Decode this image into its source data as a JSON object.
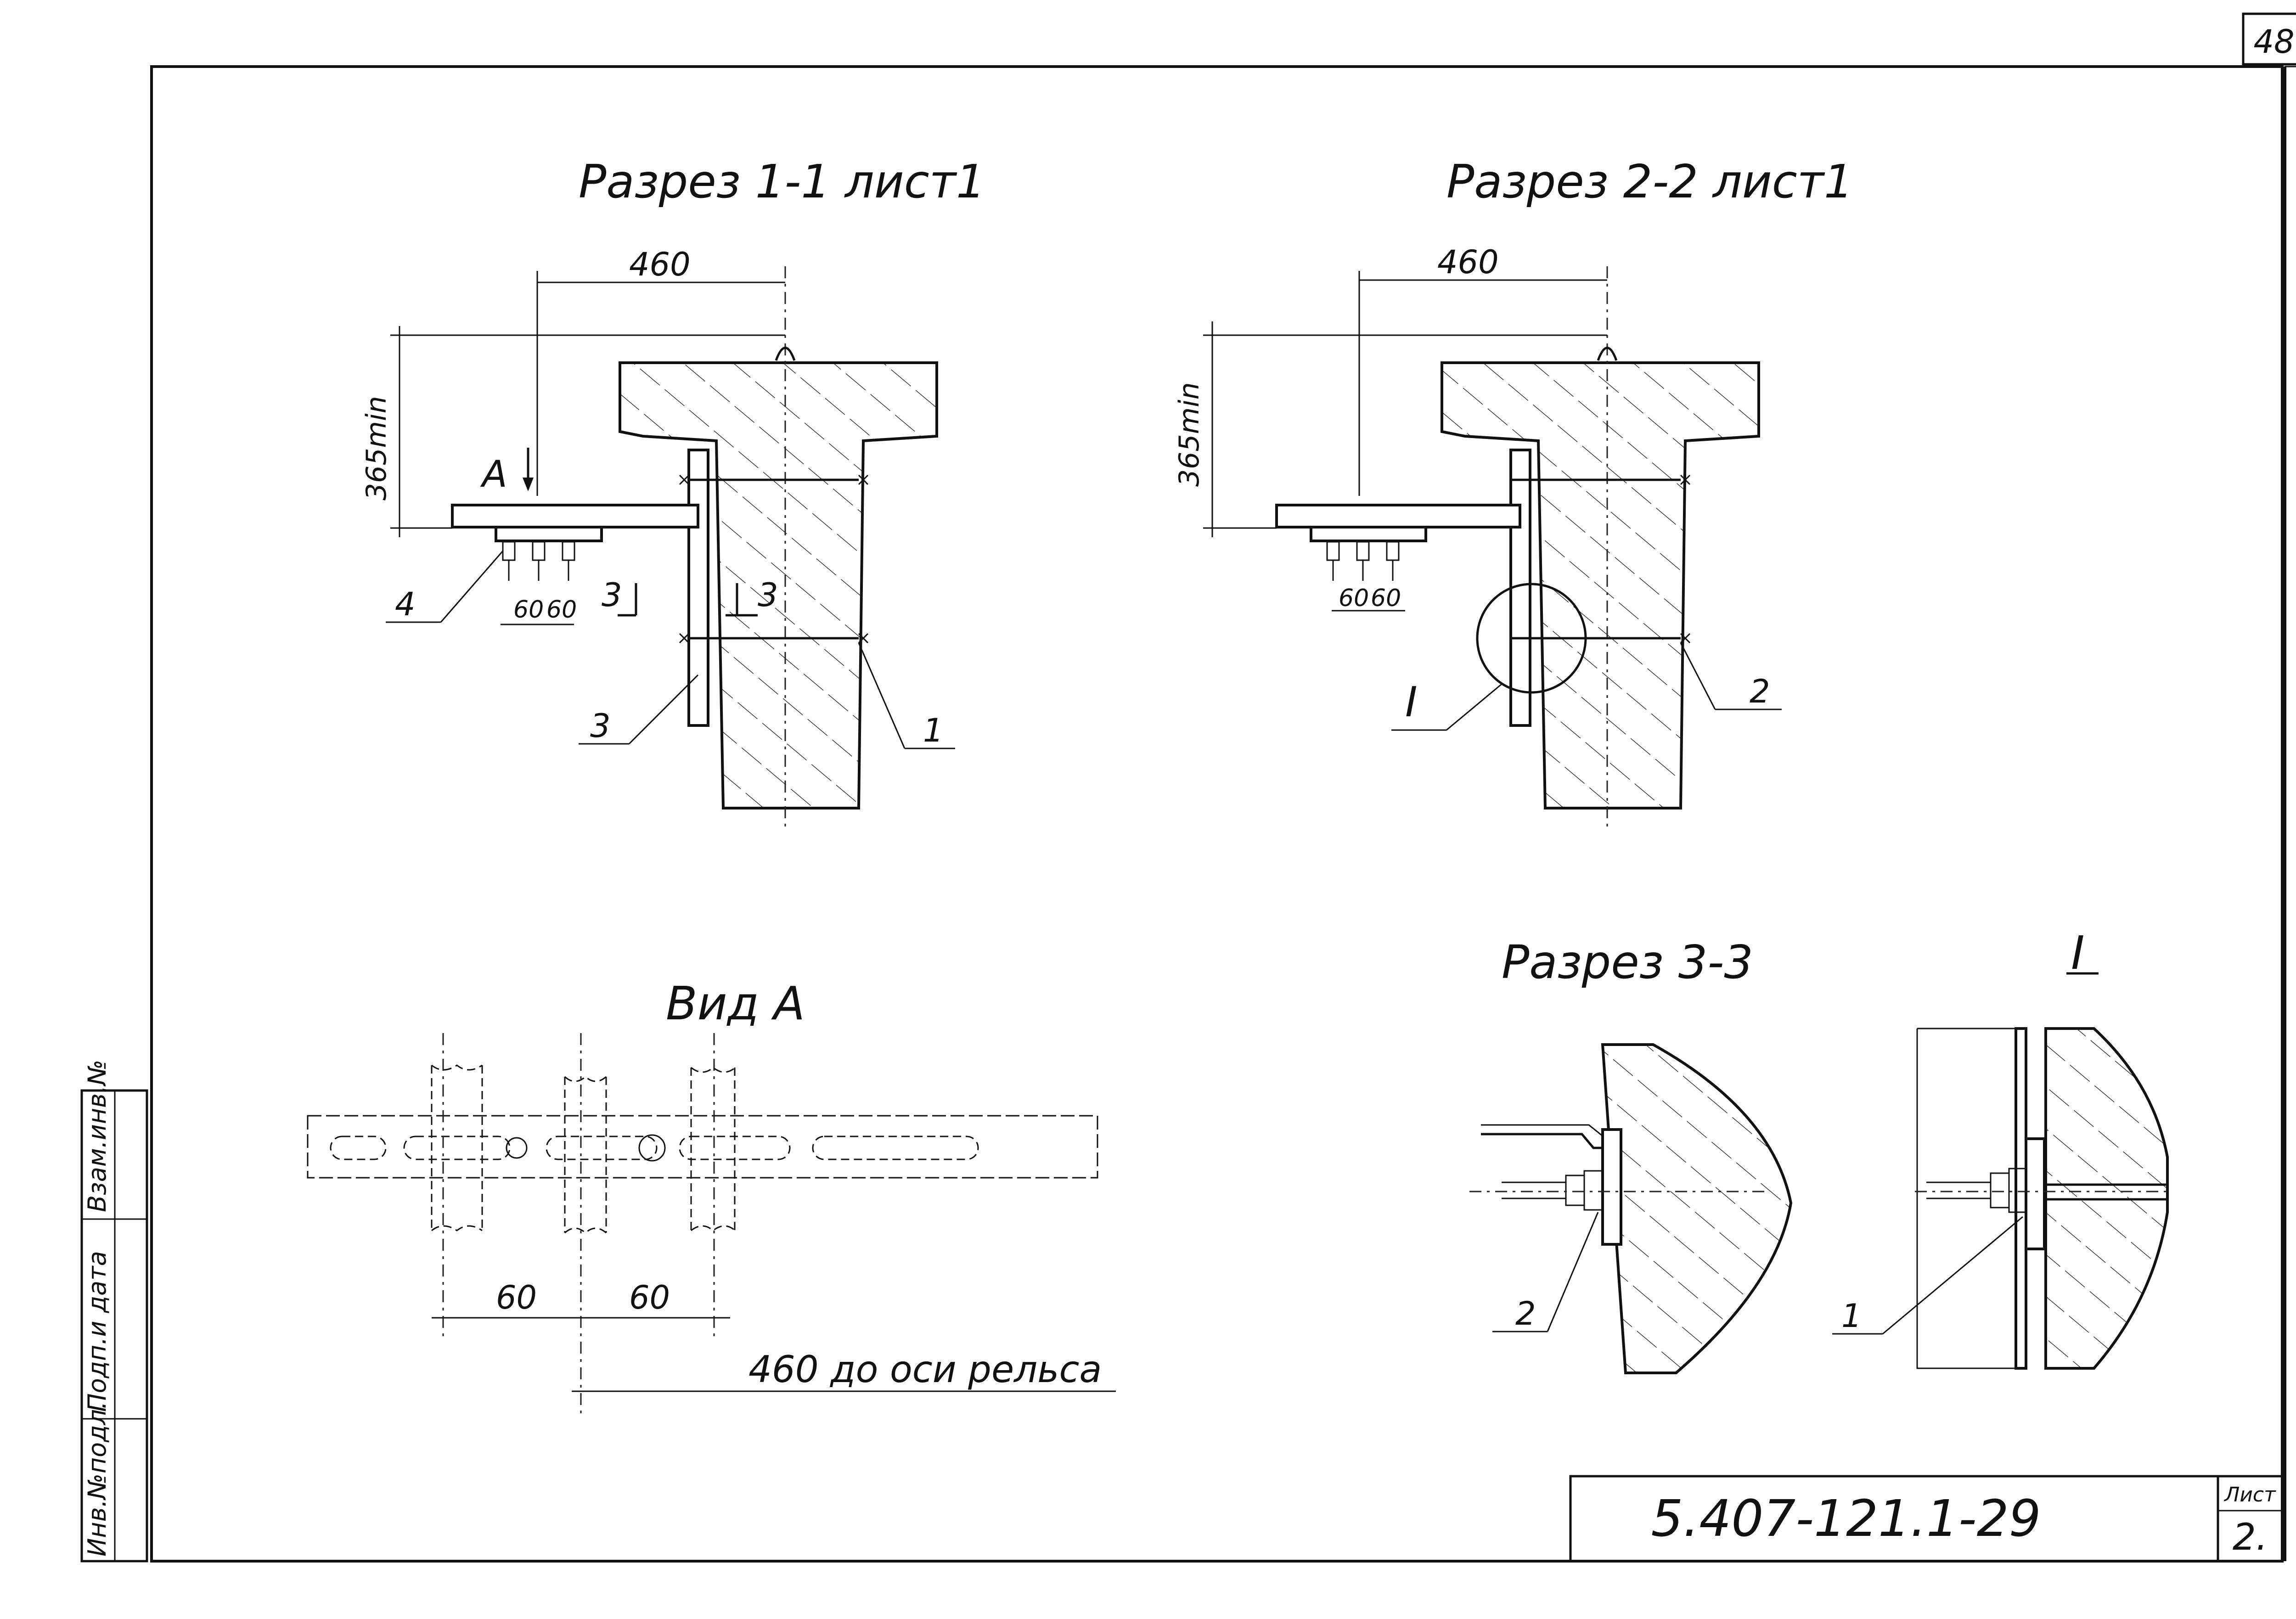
{
  "sheet_number": "48",
  "titles": {
    "section_1_1": "Разрез 1-1 лист1",
    "section_2_2": "Разрез 2-2 лист1",
    "view_a": "Вид А",
    "section_3_3": "Разрез 3-3",
    "detail_i": "I"
  },
  "dimensions": {
    "s1_width": "460",
    "s1_height": "365min",
    "s1_spacing_1": "60",
    "s1_spacing_2": "60",
    "s2_width": "460",
    "s2_height": "365min",
    "s2_spacing_1": "60",
    "s2_spacing_2": "60",
    "va_spacing_1": "60",
    "va_spacing_2": "60",
    "va_rail_axis": "460 до оси рельса"
  },
  "markers": {
    "s1_view_a": "А",
    "s1_cut_left": "3",
    "s1_cut_right": "3",
    "s1_pos_4": "4",
    "s1_pos_3": "3",
    "s1_pos_1": "1",
    "s2_pos_2": "2",
    "s2_detail": "I",
    "s3_pos_2": "2",
    "di_pos_1": "1"
  },
  "side_stamp": {
    "col1": "Взам.инв.№",
    "col2": "Подп.и дата",
    "col3": "Инв.№подл."
  },
  "title_block": {
    "code": "5.407-121.1-29",
    "sheet_label": "Лист",
    "sheet_value": "2."
  }
}
